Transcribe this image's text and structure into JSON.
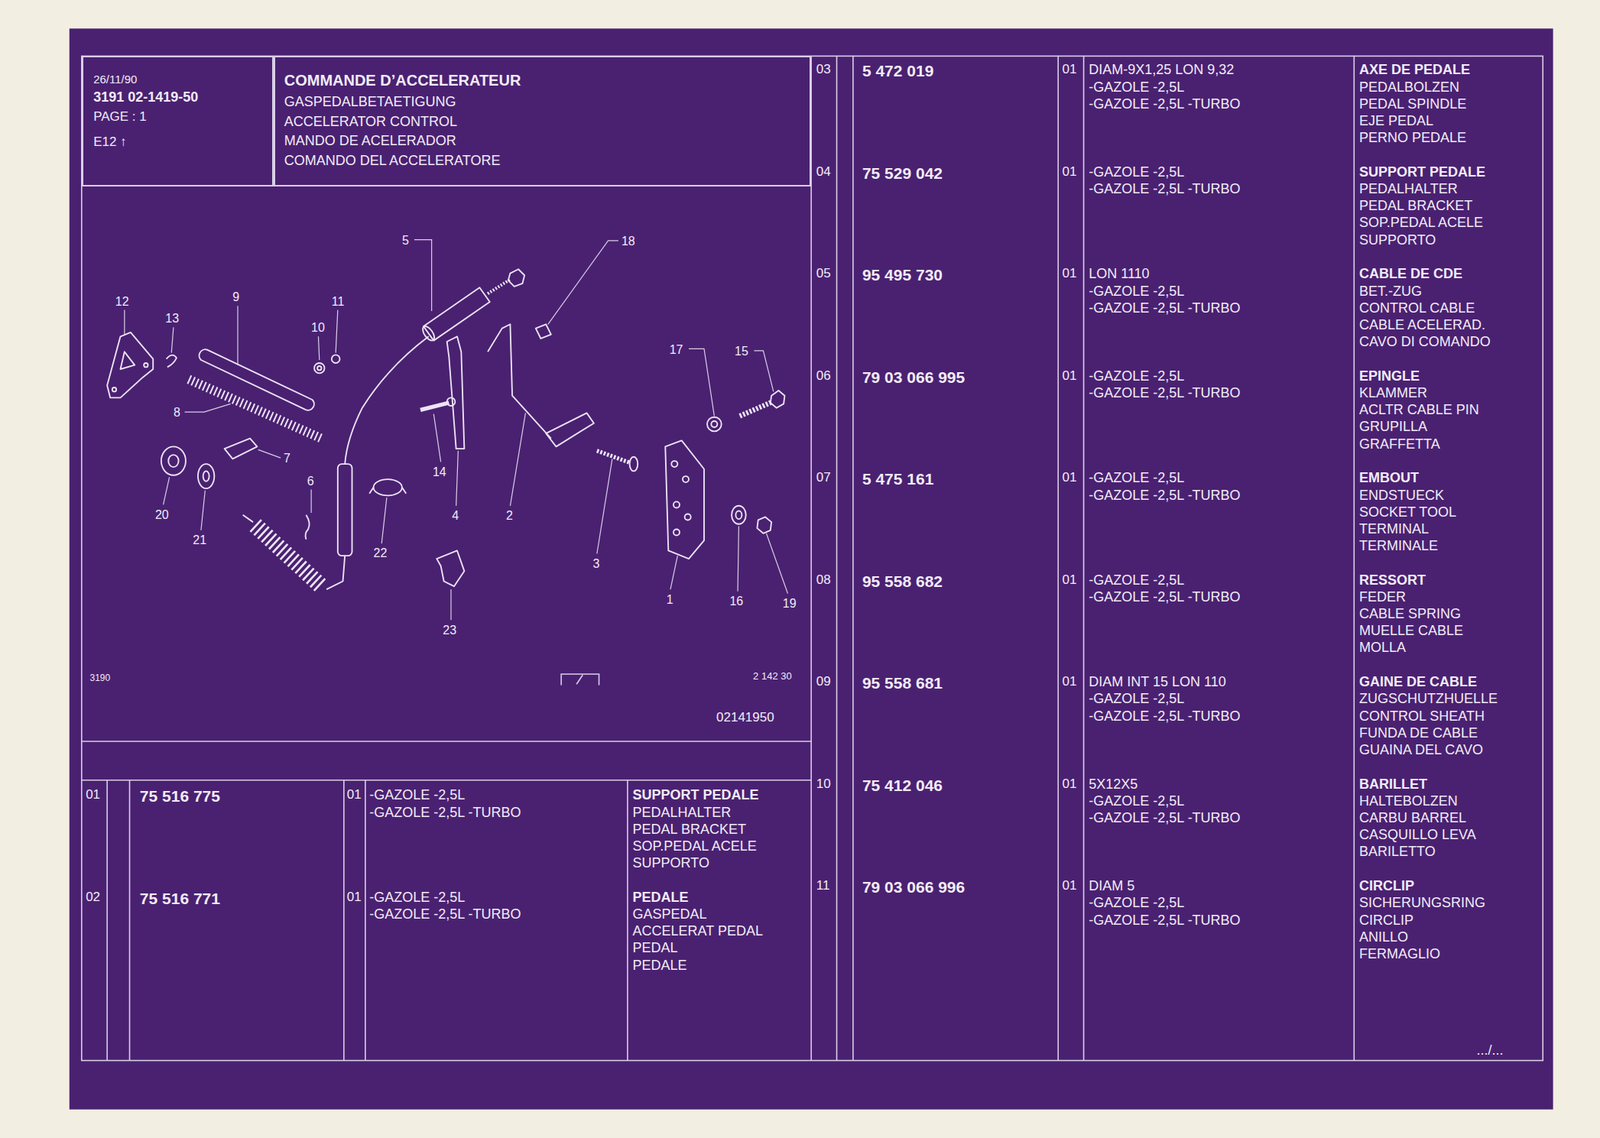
{
  "diagram": {
    "title": "COMMANDE D’ACCELERATEUR",
    "nodes": [
      {
        "text": [
          "26/11/90",
          "3191 02-1419-50",
          "PAGE : 1",
          "E12 ↑"
        ]
      },
      {
        "text": [
          "GASPEDALBETAETIGUNG",
          "ACCELERATOR CONTROL",
          "MANDO DE ACELERADOR",
          "COMANDO DEL ACCELERATORE"
        ]
      }
    ],
    "labels": [
      "12",
      "13",
      "9",
      "11",
      "10",
      "5",
      "18",
      "17",
      "15",
      "8",
      "7",
      "6",
      "14",
      "4",
      "2",
      "3",
      "1",
      "16",
      "19",
      "20",
      "21",
      "22",
      "23",
      "3190",
      "2 142 30",
      "02141950",
      "01",
      "75 516 775",
      "01",
      "-GAZOLE -2,5L",
      "-GAZOLE -2,5L -TURBO",
      "SUPPORT PEDALE",
      "PEDALHALTER",
      "PEDAL BRACKET",
      "SOP.PEDAL ACELE",
      "SUPPORTO",
      "02",
      "75 516 771",
      "01",
      "-GAZOLE -2,5L",
      "-GAZOLE -2,5L -TURBO",
      "PEDALE",
      "GASPEDAL",
      "ACCELERAT PEDAL",
      "PEDAL",
      "PEDALE",
      "03",
      "5 472 019",
      "01",
      "DIAM-9X1,25 LON 9,32",
      "-GAZOLE -2,5L",
      "-GAZOLE -2,5L -TURBO",
      "AXE DE PEDALE",
      "PEDALBOLZEN",
      "PEDAL SPINDLE",
      "EJE PEDAL",
      "PERNO PEDALE",
      "04",
      "75 529 042",
      "01",
      "-GAZOLE -2,5L",
      "-GAZOLE -2,5L -TURBO",
      "SUPPORT PEDALE",
      "PEDALHALTER",
      "PEDAL BRACKET",
      "SOP.PEDAL ACELE",
      "SUPPORTO",
      "05",
      "95 495 730",
      "01",
      "LON 1110",
      "-GAZOLE -2,5L",
      "-GAZOLE -2,5L -TURBO",
      "CABLE DE CDE",
      "BET.-ZUG",
      "CONTROL CABLE",
      "CABLE ACELERAD.",
      "CAVO DI COMANDO",
      "06",
      "79 03 066 995",
      "01",
      "-GAZOLE -2,5L",
      "-GAZOLE -2,5L -TURBO",
      "EPINGLE",
      "KLAMMER",
      "ACLTR CABLE PIN",
      "GRUPILLA",
      "GRAFFETTA",
      "07",
      "5 475 161",
      "01",
      "-GAZOLE -2,5L",
      "-GAZOLE -2,5L -TURBO",
      "EMBOUT",
      "ENDSTUECK",
      "SOCKET TOOL",
      "TERMINAL",
      "TERMINALE",
      "08",
      "95 558 682",
      "01",
      "-GAZOLE -2,5L",
      "-GAZOLE -2,5L -TURBO",
      "RESSORT",
      "FEDER",
      "CABLE SPRING",
      "MUELLE CABLE",
      "MOLLA",
      "09",
      "95 558 681",
      "01",
      "DIAM INT 15 LON 110",
      "-GAZOLE -2,5L",
      "-GAZOLE -2,5L -TURBO",
      "GAINE DE CABLE",
      "ZUGSCHUTZHUELLE",
      "CONTROL SHEATH",
      "FUNDA DE CABLE",
      "GUAINA DEL CAVO",
      "10",
      "75 412 046",
      "01",
      "5X12X5",
      "-GAZOLE -2,5L",
      "-GAZOLE -2,5L -TURBO",
      "BARILLET",
      "HALTEBOLZEN",
      "CARBU BARREL",
      "CASQUILLO LEVA",
      "BARILETTO",
      "11",
      "79 03 066 996",
      "01",
      "DIAM 5",
      "-GAZOLE -2,5L",
      "-GAZOLE -2,5L -TURBO",
      "CIRCLIP",
      "SICHERUNGSRING",
      "CIRCLIP",
      "ANILLO",
      "FERMAGLIO",
      ".../..."
    ]
  }
}
